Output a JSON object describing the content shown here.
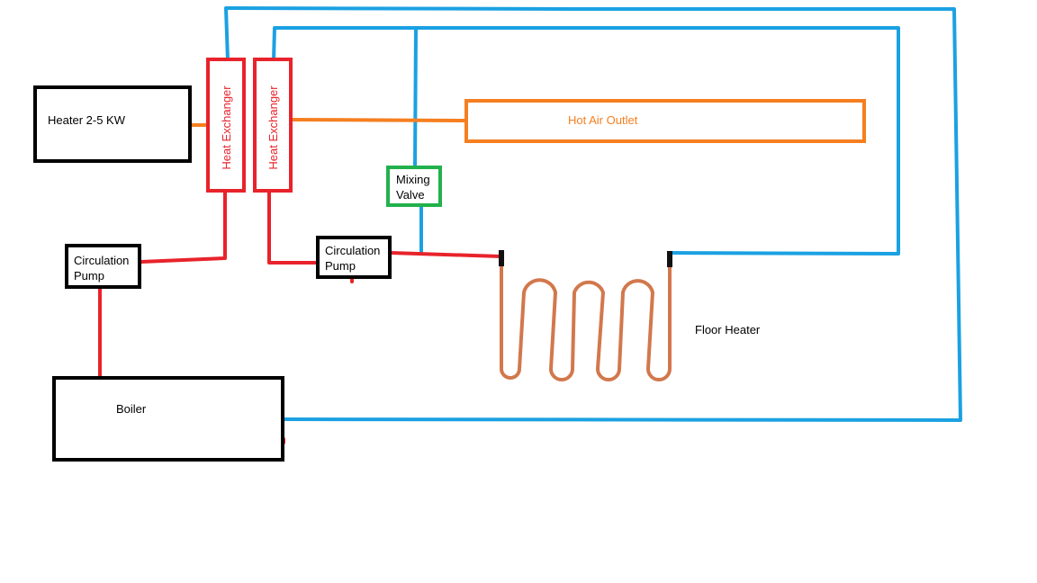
{
  "labels": {
    "heater": "Heater 2-5 KW",
    "heat_exchanger_1": "Heat Exchanger",
    "heat_exchanger_2": "Heat Exchanger",
    "hot_air_outlet": "Hot Air Outlet",
    "mixing_valve_line1": "Mixing",
    "mixing_valve_line2": "Valve",
    "pump_left_line1": "Circulation",
    "pump_left_line2": "Pump",
    "pump_mid_line1": "Circulation",
    "pump_mid_line2": "Pump",
    "floor_heater": "Floor Heater",
    "boiler": "Boiler"
  },
  "colors": {
    "cold_pipe": "#1ba1e2",
    "hot_pipe": "#e8232b",
    "air_duct": "#f57f20",
    "coil": "#d2784c",
    "valve": "#22b14c",
    "outline": "#000000"
  }
}
